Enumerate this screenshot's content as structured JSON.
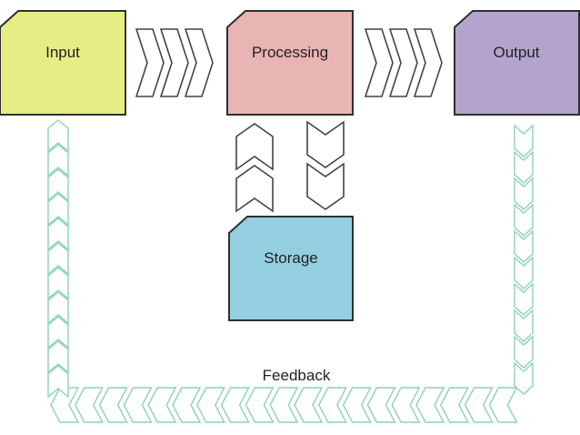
{
  "nodes": {
    "input": {
      "label": "Input",
      "fill": "#e6ed85"
    },
    "processing": {
      "label": "Processing",
      "fill": "#e8b4b4"
    },
    "output": {
      "label": "Output",
      "fill": "#b3a4cd"
    },
    "storage": {
      "label": "Storage",
      "fill": "#93cfe0"
    }
  },
  "feedback": {
    "label": "Feedback",
    "color": "#8cd3b4"
  },
  "colors": {
    "node_border": "#2f2f2f",
    "chevron_stroke": "#444444",
    "chevron_fill": "#ffffff"
  }
}
